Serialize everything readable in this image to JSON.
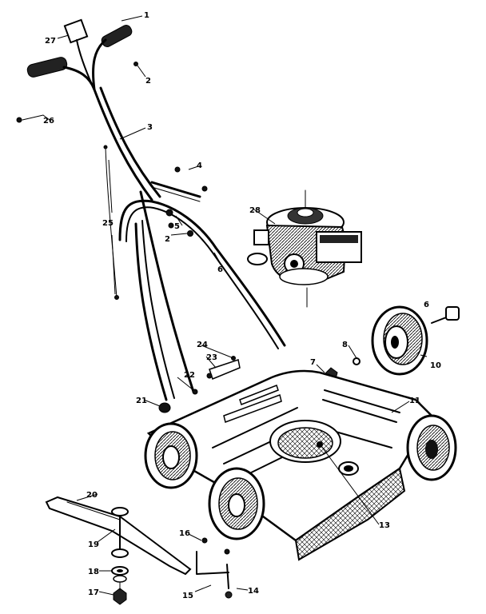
{
  "diagram": {
    "type": "exploded-parts-diagram",
    "colors": {
      "ink": "#000000",
      "paper": "#ffffff"
    },
    "callouts": [
      {
        "id": "c1",
        "text": "1"
      },
      {
        "id": "c27",
        "text": "27"
      },
      {
        "id": "c2a",
        "text": "2"
      },
      {
        "id": "c26",
        "text": "26"
      },
      {
        "id": "c3",
        "text": "3"
      },
      {
        "id": "c25",
        "text": "25"
      },
      {
        "id": "c4",
        "text": "4"
      },
      {
        "id": "c5",
        "text": "5"
      },
      {
        "id": "c2b",
        "text": "2"
      },
      {
        "id": "c6",
        "text": "6"
      },
      {
        "id": "c28",
        "text": "28"
      },
      {
        "id": "c6b",
        "text": "6"
      },
      {
        "id": "c24",
        "text": "24"
      },
      {
        "id": "c23",
        "text": "23"
      },
      {
        "id": "c22",
        "text": "22"
      },
      {
        "id": "c21",
        "text": "21"
      },
      {
        "id": "c7",
        "text": "7"
      },
      {
        "id": "c8",
        "text": "8"
      },
      {
        "id": "c10",
        "text": "10"
      },
      {
        "id": "c11",
        "text": "11"
      },
      {
        "id": "c13",
        "text": "13"
      },
      {
        "id": "c20",
        "text": "20"
      },
      {
        "id": "c19",
        "text": "19"
      },
      {
        "id": "c18",
        "text": "18"
      },
      {
        "id": "c17",
        "text": "17"
      },
      {
        "id": "c16",
        "text": "16"
      },
      {
        "id": "c15",
        "text": "15"
      },
      {
        "id": "c14",
        "text": "14"
      }
    ]
  }
}
